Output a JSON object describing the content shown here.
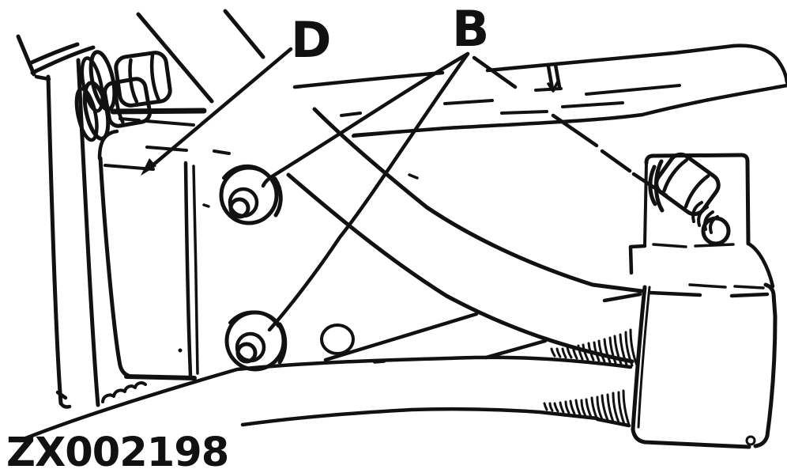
{
  "figure": {
    "type": "technical-line-illustration",
    "labels": {
      "b": "B",
      "d": "D"
    },
    "code": "ZX002198",
    "ink_color": "#111111",
    "background_color": "#ffffff"
  }
}
